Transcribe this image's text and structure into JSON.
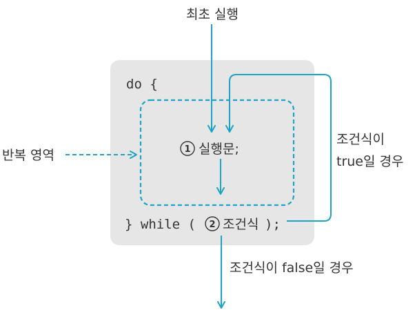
{
  "labels": {
    "first_run": "최초 실행",
    "loop_area": "반복 영역",
    "true_line1": "조건식이",
    "true_line2": "true일 경우",
    "false_case": "조건식이 false일 경우"
  },
  "code": {
    "do_open": "do {",
    "statement_num": "1",
    "statement": "실행문;",
    "while_prefix": "} while (",
    "condition_num": "2",
    "condition": "조건식",
    "while_suffix": ");"
  },
  "colors": {
    "arrow": "#1aa3c4",
    "box_fill": "#e6e6e6",
    "text": "#333333"
  }
}
